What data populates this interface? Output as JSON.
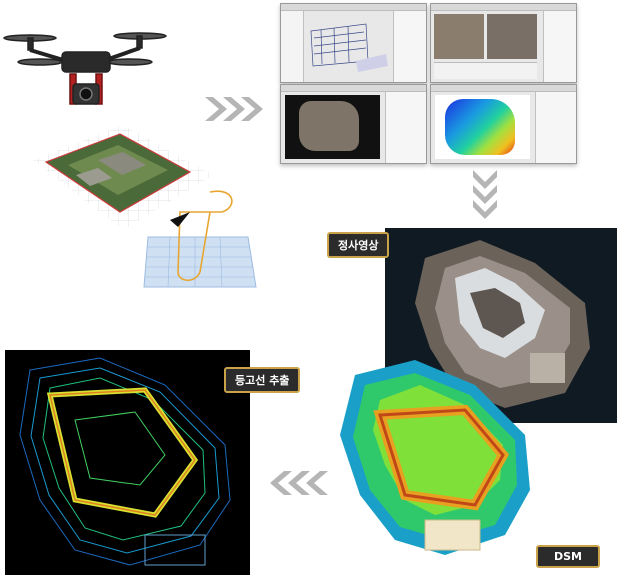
{
  "labels": {
    "orthophoto": "정사영상",
    "contour_extraction": "등고선 추출",
    "dsm": "DSM"
  },
  "colors": {
    "label_bg": "#2b2b2b",
    "label_border": "#c9a24a",
    "arrow": "#bdbdbd",
    "contour_bg": "#000000",
    "ortho_bg": "#0f1a22"
  },
  "icons": {
    "drone": "drone-icon",
    "aircraft": "airplane-icon"
  }
}
